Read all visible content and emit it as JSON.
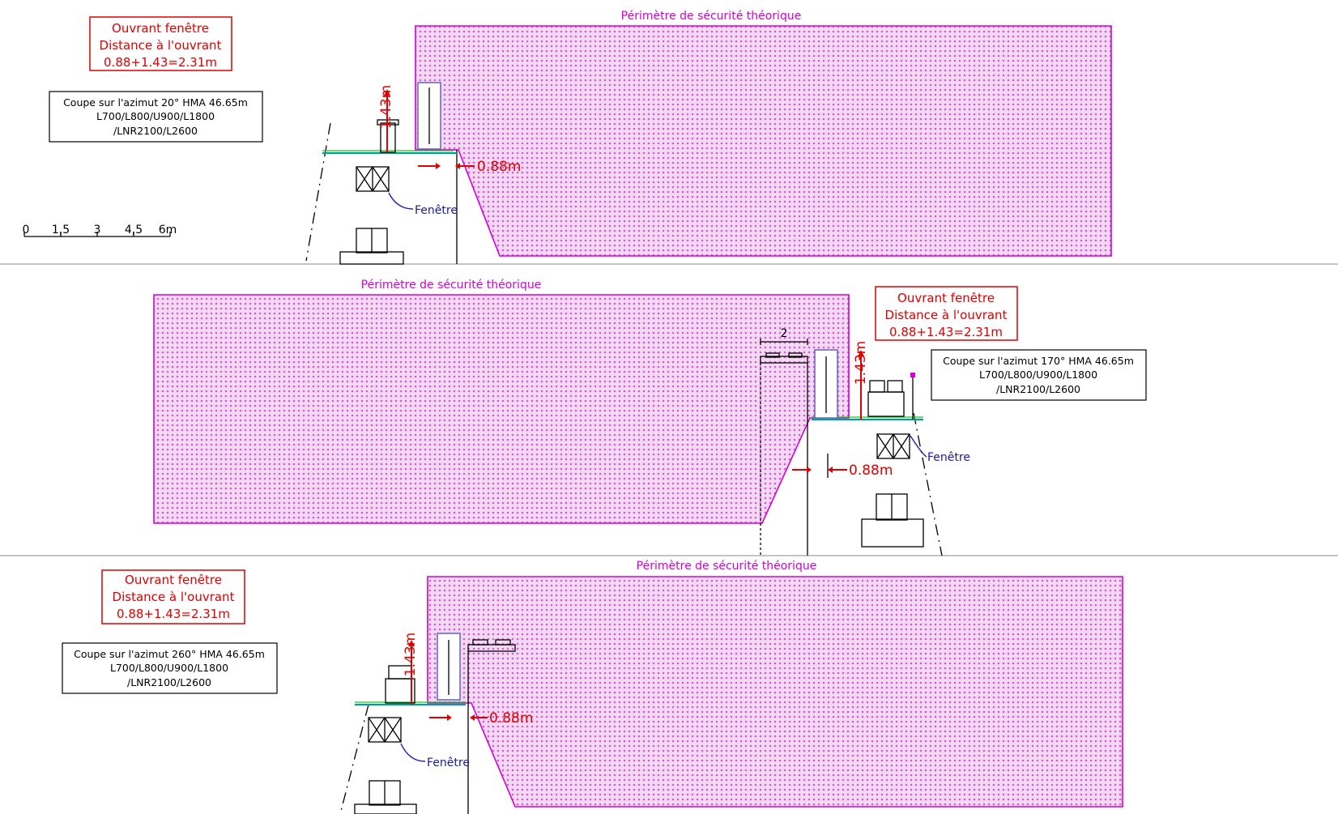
{
  "sections": [
    {
      "perimeter_label": "Périmètre de sécurité théorique",
      "opening_title": "Ouvrant fenêtre",
      "opening_distance_label": "Distance à l'ouvrant",
      "opening_formula": "0.88+1.43=2.31m",
      "cut_line1": "Coupe sur l'azimut 20° HMA 46.65m",
      "cut_line2": "L700/L800/U900/L1800",
      "cut_line3": "/LNR2100/L2600",
      "dim_vertical": "1.43m",
      "dim_horizontal": "0.88m",
      "window_label": "Fenêtre"
    },
    {
      "perimeter_label": "Périmètre de sécurité théorique",
      "opening_title": "Ouvrant fenêtre",
      "opening_distance_label": "Distance à l'ouvrant",
      "opening_formula": "0.88+1.43=2.31m",
      "cut_line1": "Coupe sur l'azimut 170° HMA 46.65m",
      "cut_line2": "L700/L800/U900/L1800",
      "cut_line3": "/LNR2100/L2600",
      "dim_vertical": "1.43m",
      "dim_horizontal": "0.88m",
      "window_label": "Fenêtre",
      "building_dim": "2"
    },
    {
      "perimeter_label": "Périmètre de sécurité théorique",
      "opening_title": "Ouvrant fenêtre",
      "opening_distance_label": "Distance à l'ouvrant",
      "opening_formula": "0.88+1.43=2.31m",
      "cut_line1": "Coupe sur l'azimut 260° HMA 46.65m",
      "cut_line2": "L700/L800/U900/L1800",
      "cut_line3": "/LNR2100/L2600",
      "dim_vertical": "1.43m",
      "dim_horizontal": "0.88m",
      "window_label": "Fenêtre"
    }
  ],
  "scale_bar": {
    "labels": [
      "0",
      "1,5",
      "3",
      "4,5",
      "6m"
    ]
  },
  "colors": {
    "perimeter": "#d400d4",
    "dimension": "#e00000",
    "window_label": "#1a1aa0"
  }
}
